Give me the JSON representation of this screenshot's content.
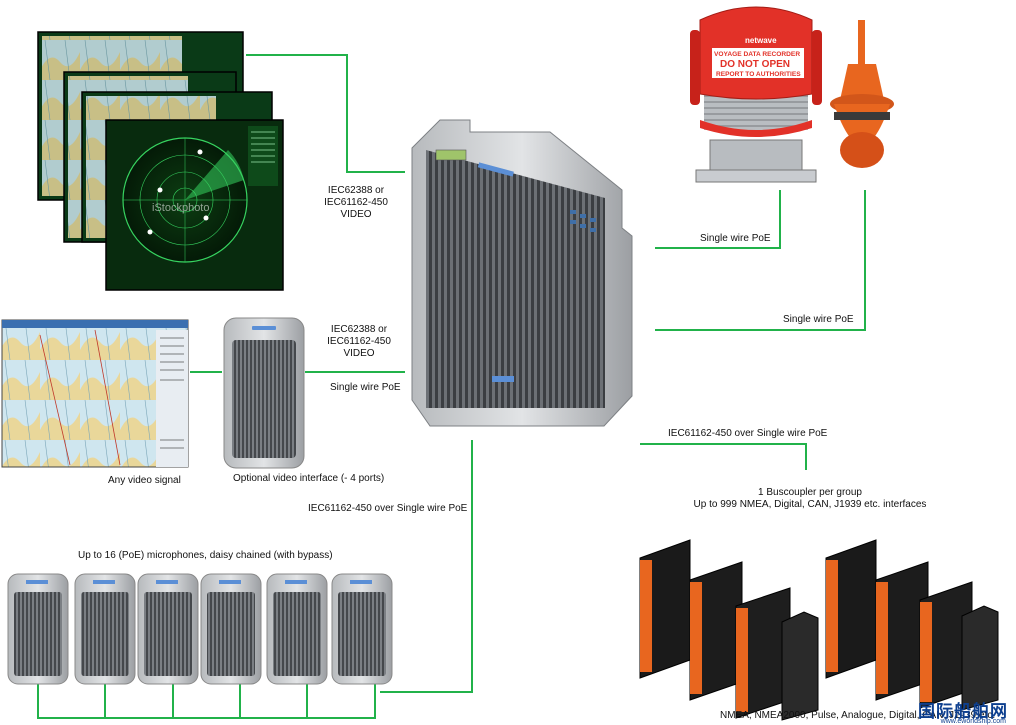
{
  "labels": {
    "video_top": "IEC62388 or\nIEC61162-450\nVIDEO",
    "video_mid": "IEC62388 or\nIEC61162-450\nVIDEO",
    "poe_video_interface": "Single wire PoE",
    "poe_vdr_capsule": "Single wire PoE",
    "poe_float_free": "Single wire PoE",
    "any_video_signal": "Any video signal",
    "optional_video_interface": "Optional video interface (- 4 ports)",
    "mic_link": "IEC61162-450 over Single wire PoE",
    "bus_link": "IEC61162-450 over Single wire PoE",
    "buscoupler": "1 Buscoupler per group\nUp to 999  NMEA, Digital, CAN, J1939 etc. interfaces",
    "microphones": "Up to 16 (PoE) microphones, daisy chained (with bypass)",
    "bottom_interfaces": "NMEA, NMEA2000, Pulse, Analogue, Digital, CAN, J1939 etc."
  },
  "capsule": {
    "brand": "netwave",
    "line1": "VOYAGE DATA RECORDER",
    "line2": "DO NOT OPEN",
    "line3": "REPORT TO AUTHORITIES"
  },
  "radar_watermark": "iStockphoto",
  "watermark": {
    "main": "国际船舶网",
    "sub": "www.eworldship.com"
  },
  "colors": {
    "link_green": "#21b24a",
    "device_grey": "#8d9094",
    "radar_green": "#37d460",
    "capsule_red": "#e23128",
    "io_orange": "#e8661f"
  }
}
